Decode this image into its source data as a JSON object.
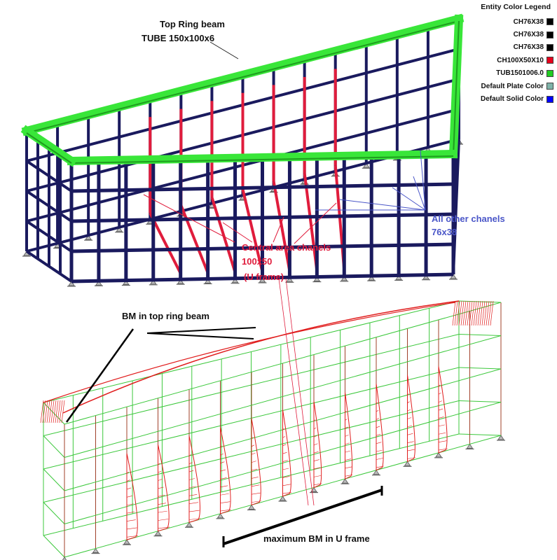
{
  "legend": {
    "title": "Entity Color Legend",
    "entries": [
      {
        "label": "CH76X38",
        "color": "#000000"
      },
      {
        "label": "CH76X38",
        "color": "#000000"
      },
      {
        "label": "CH76X38",
        "color": "#000000"
      },
      {
        "label": "CH100X50X10",
        "color": "#e8001c"
      },
      {
        "label": "TUB1501006.0",
        "color": "#22cc22"
      },
      {
        "label": "Default Plate Color",
        "color": "#7fb3a9"
      },
      {
        "label": "Default Solid Color",
        "color": "#0000ff"
      }
    ]
  },
  "annotations": {
    "top_ring_title": "Top Ring beam",
    "top_ring_section": "TUBE 150x100x6",
    "other_channels_title": "All other chanels",
    "other_channels_section": "76x38",
    "central_title": "Central area chanels",
    "central_section": "100x50",
    "central_note": "(U frame)",
    "bm_ring": "BM in top ring beam",
    "bm_uframe": "maximum BM in U frame"
  },
  "colors": {
    "navy_member": "#1a1a5e",
    "ring_beam": "#39e639",
    "u_frame": "#e01c3c",
    "other_label": "#4a56c8",
    "central_label": "#e01c3c",
    "bm_diagram": "#e01c1c",
    "wireframe": "#3cc83c"
  }
}
